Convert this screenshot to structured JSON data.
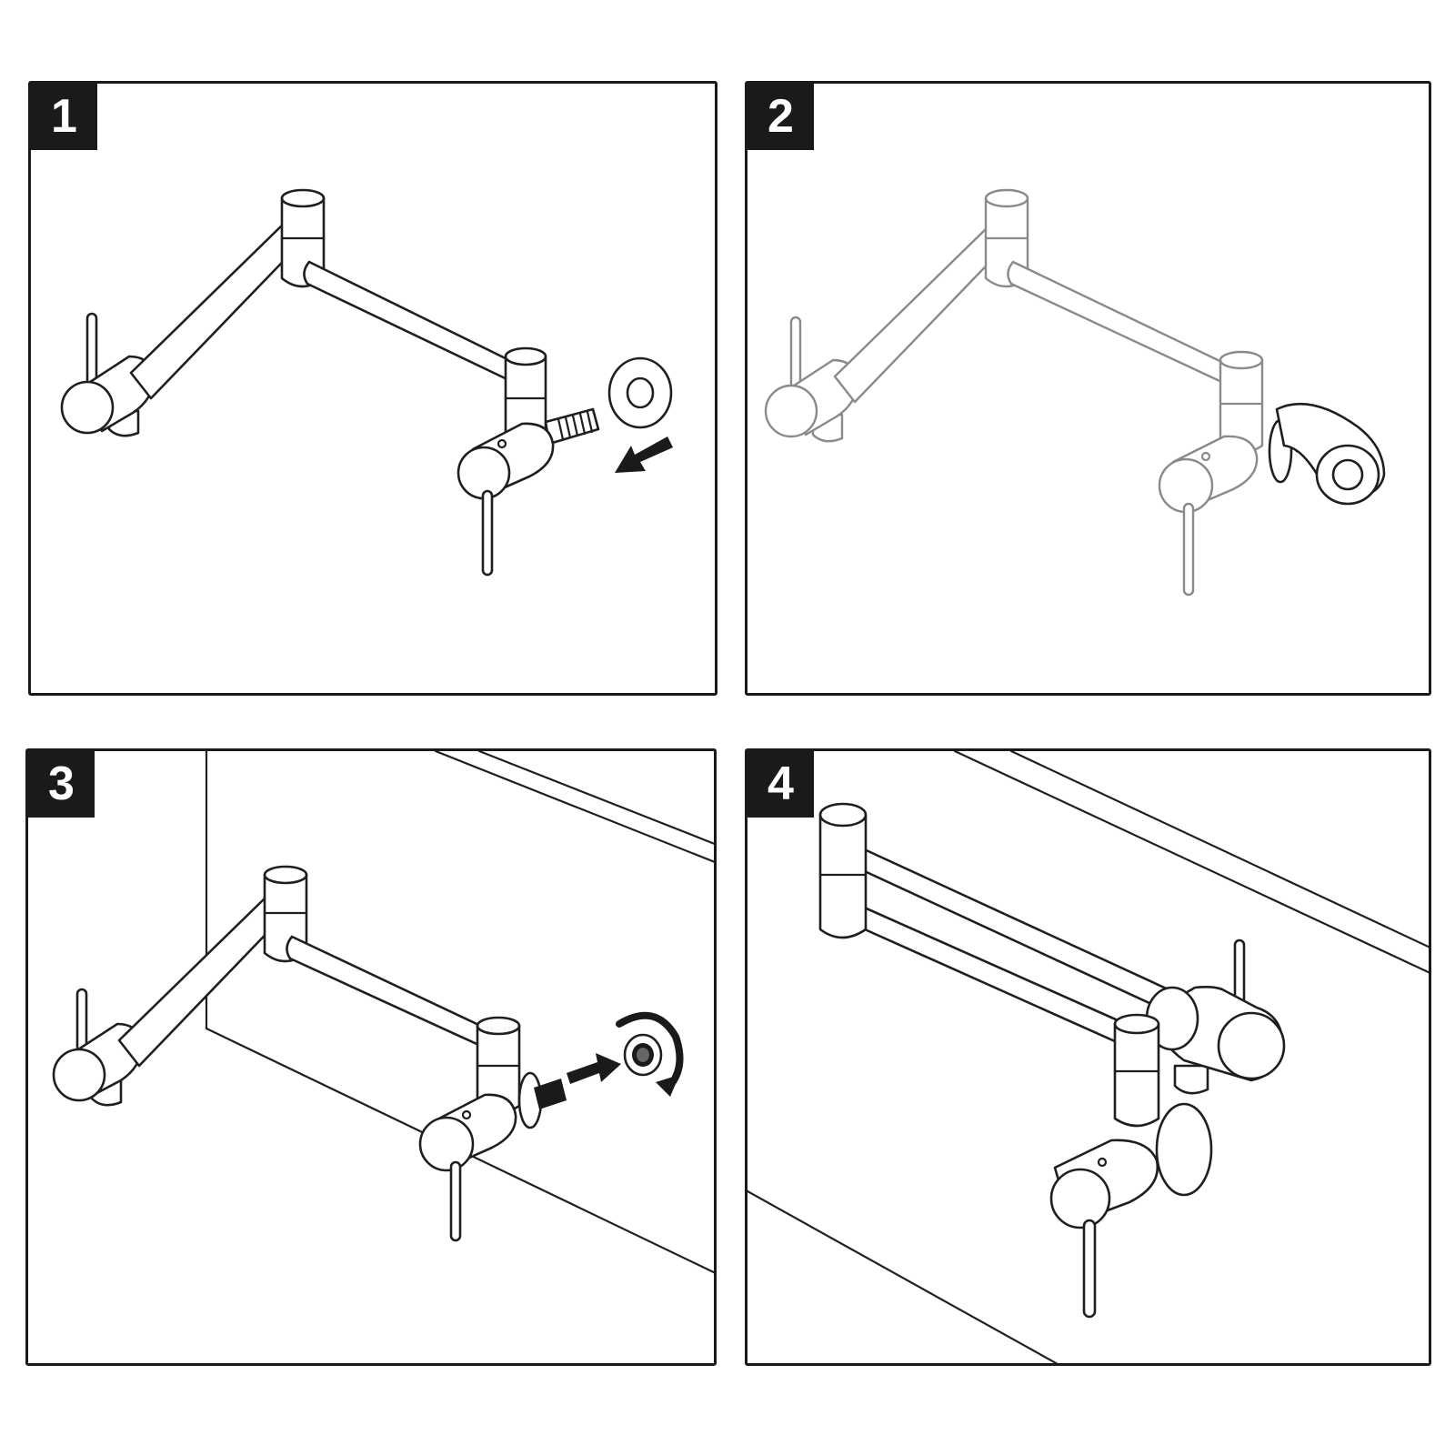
{
  "steps": [
    {
      "number": "1"
    },
    {
      "number": "2"
    },
    {
      "number": "3"
    },
    {
      "number": "4"
    }
  ],
  "colors": {
    "badge_background": "#1a1a1a",
    "badge_text": "#ffffff",
    "outline": "#1f1f1f",
    "faded_outline": "#8a8a8a"
  }
}
